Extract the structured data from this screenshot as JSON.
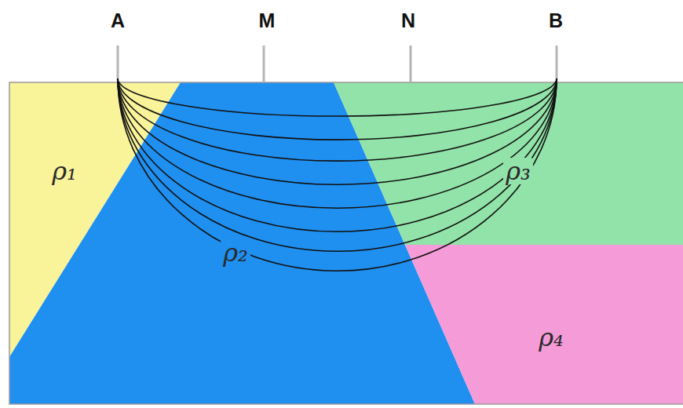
{
  "diagram": {
    "labels": [
      "A",
      "M",
      "N",
      "B",
      "ρ₁",
      "ρ₂",
      "ρ₃",
      "ρ₄"
    ]
  }
}
